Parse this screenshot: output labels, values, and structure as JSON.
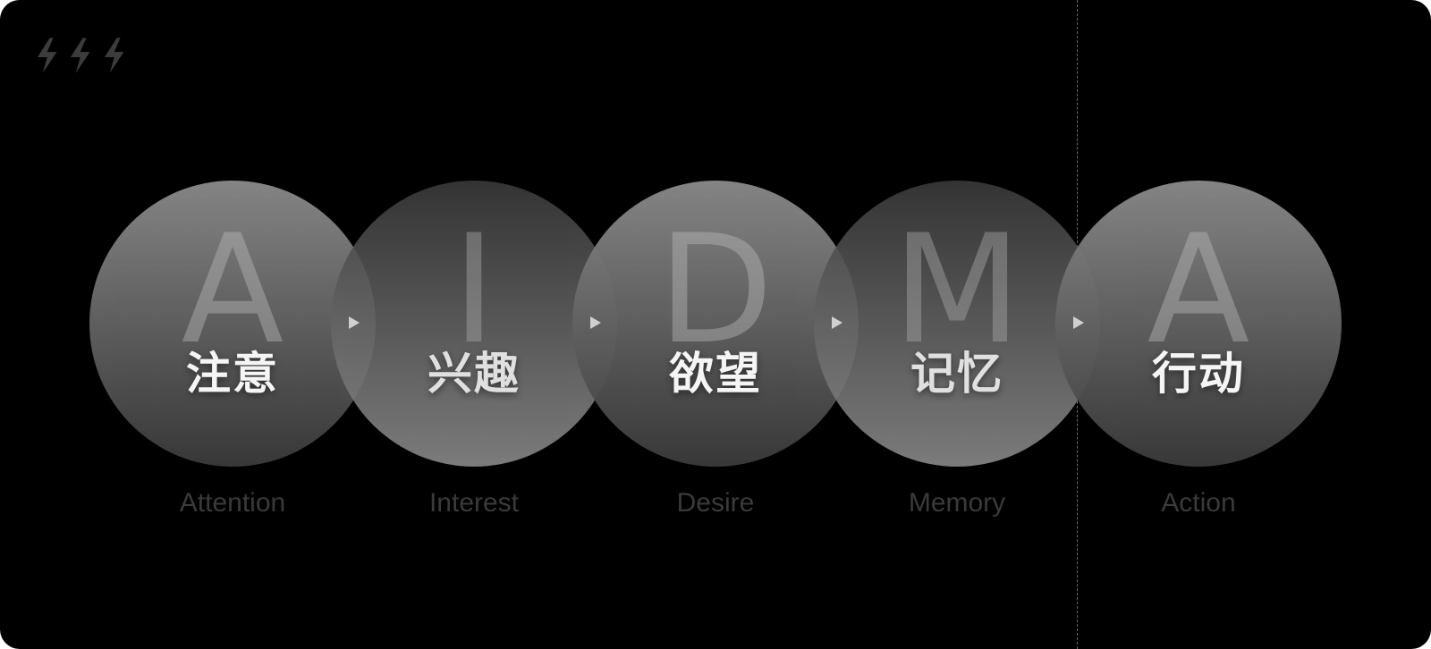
{
  "diagram": {
    "stages": [
      {
        "letter": "A",
        "cn": "注意",
        "en": "Attention"
      },
      {
        "letter": "I",
        "cn": "兴趣",
        "en": "Interest"
      },
      {
        "letter": "D",
        "cn": "欲望",
        "en": "Desire"
      },
      {
        "letter": "M",
        "cn": "记忆",
        "en": "Memory"
      },
      {
        "letter": "A",
        "cn": "行动",
        "en": "Action"
      }
    ]
  },
  "colors": {
    "background": "#000000",
    "english_label": "#3a3a3a",
    "chinese_label": "#ffffff",
    "divider": "#6a6a6a"
  },
  "icons": {
    "logo": "lightning-bolt-icon",
    "arrow": "play-arrow-icon"
  }
}
